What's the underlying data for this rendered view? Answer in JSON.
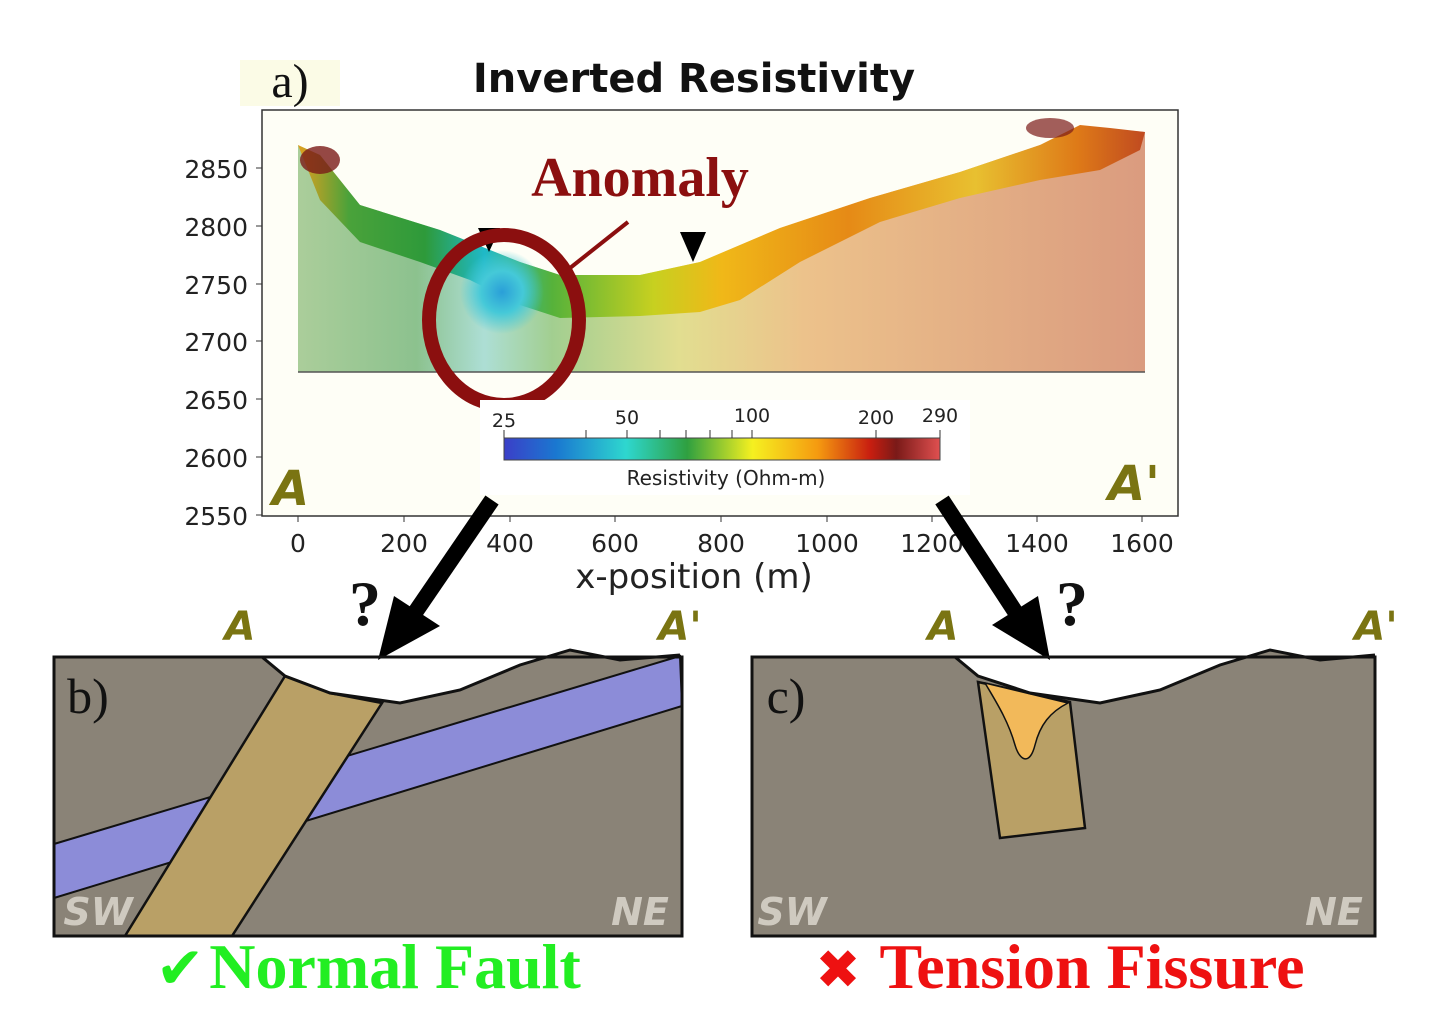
{
  "panel_a": {
    "label": "a)",
    "title": "Inverted Resistivity",
    "anomaly_label": "Anomaly",
    "left_marker": "A",
    "right_marker": "A'",
    "y_ticks": [
      "2850",
      "2800",
      "2750",
      "2700",
      "2650",
      "2600",
      "2550"
    ],
    "x_ticks": [
      "0",
      "200",
      "400",
      "600",
      "800",
      "1000",
      "1200",
      "1400",
      "1600"
    ],
    "x_axis_label": "x-position (m)",
    "colorbar": {
      "tick_labels": [
        "25",
        "50",
        "100",
        "200",
        "290"
      ],
      "label": "Resistivity (Ohm-m)",
      "colors": [
        "#3b3fc8",
        "#1aa0d8",
        "#2ed7cf",
        "#2fa040",
        "#f5f020",
        "#f59a10",
        "#c81e10",
        "#7a1a18",
        "#e05050"
      ]
    }
  },
  "arrows": {
    "left_question": "?",
    "right_question": "?"
  },
  "panel_b": {
    "label": "b)",
    "top_left_marker": "A",
    "top_right_marker": "A'",
    "bottom_left": "SW",
    "bottom_right": "NE",
    "caption_symbol": "✔",
    "caption": "Normal Fault",
    "caption_color": "#22ee22"
  },
  "panel_c": {
    "label": "c)",
    "top_left_marker": "A",
    "top_right_marker": "A'",
    "bottom_left": "SW",
    "bottom_right": "NE",
    "caption_symbol": "✖",
    "caption": "Tension Fissure",
    "caption_color": "#ee1111"
  },
  "colors": {
    "rock_gray": "#8a8377",
    "fault_tan": "#b9a066",
    "layer_blue": "#8c8cd8",
    "fissure_fill": "#f2b95a",
    "anomaly_red": "#8b0f0f",
    "marker_olive": "#7a7412"
  }
}
